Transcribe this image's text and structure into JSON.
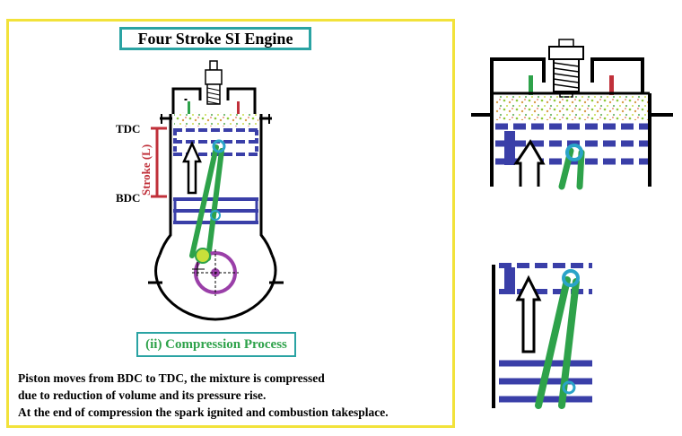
{
  "title": "Four Stroke SI Engine",
  "labels": {
    "tdc": "TDC",
    "bdc": "BDC",
    "stroke": "Stroke (L)"
  },
  "process_label": "(ii) Compression Process",
  "description": [
    "Piston moves from BDC to TDC, the mixture is compressed",
    "due to reduction of volume and its pressure rise.",
    "At the end of compression the spark ignited and combustion takesplace."
  ],
  "colors": {
    "panel_border": "#f2e23a",
    "box_border": "#2aa3a3",
    "piston": "#3a3fa8",
    "connecting_rod": "#2ea24a",
    "crank": "#9a3fa8",
    "stroke_marker": "#c0303a",
    "process_text": "#2ea24a",
    "inlet_valve": "#2ea24a",
    "exhaust_valve": "#c0303a"
  }
}
